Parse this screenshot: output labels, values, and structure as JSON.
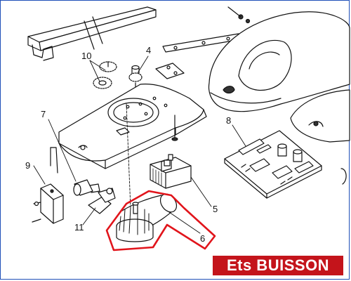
{
  "diagram": {
    "callouts": [
      {
        "id": "1",
        "label": "4"
      },
      {
        "id": "2",
        "label": "10"
      },
      {
        "id": "3",
        "label": "7"
      },
      {
        "id": "4",
        "label": "8"
      },
      {
        "id": "5",
        "label": "9"
      },
      {
        "id": "6",
        "label": "5"
      },
      {
        "id": "7",
        "label": "11"
      },
      {
        "id": "8",
        "label": "6"
      }
    ],
    "highlight_color": "#e1141b",
    "frame_color": "#1f4fb8"
  },
  "brand": {
    "text": "Ets BUISSON",
    "background": "#c4141b"
  }
}
